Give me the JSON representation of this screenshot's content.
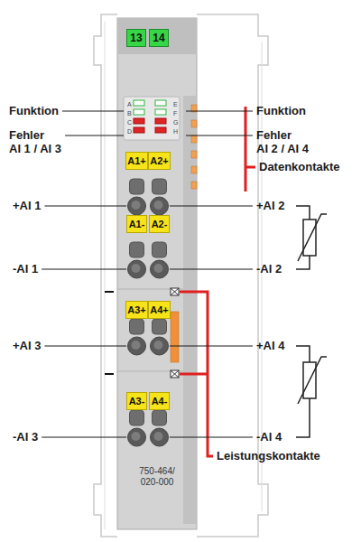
{
  "diagram": {
    "nodes": [
      {
        "text": [
          "750-464/ 020-000"
        ]
      },
      {
        "text": [
          "13"
        ],
        "in": 0
      },
      {
        "text": [
          "14"
        ],
        "in": 0
      },
      {
        "text": [
          "A1+"
        ],
        "in": 0
      },
      {
        "text": [
          "A2+"
        ],
        "in": 0
      },
      {
        "text": [
          "A1-"
        ],
        "in": 0
      },
      {
        "text": [
          "A2-"
        ],
        "in": 0
      },
      {
        "text": [
          "A3+"
        ],
        "in": 0
      },
      {
        "text": [
          "A4+"
        ],
        "in": 0
      },
      {
        "text": [
          "A3-"
        ],
        "in": 0
      },
      {
        "text": [
          "A4-"
        ],
        "in": 0
      }
    ],
    "labels": [
      "Funktion",
      "Funktion",
      "A",
      "B",
      "C",
      "D",
      "E",
      "F",
      "G",
      "H",
      "Fehler AI 1 / AI 3",
      "Fehler AI 2 / AI 4",
      "Datenkontakte",
      "+AI 1",
      "+AI 2",
      "-AI 1",
      "-AI 2",
      "+AI 3",
      "+AI 4",
      "-AI 3",
      "-AI 4",
      "Leistungskontakte"
    ]
  }
}
